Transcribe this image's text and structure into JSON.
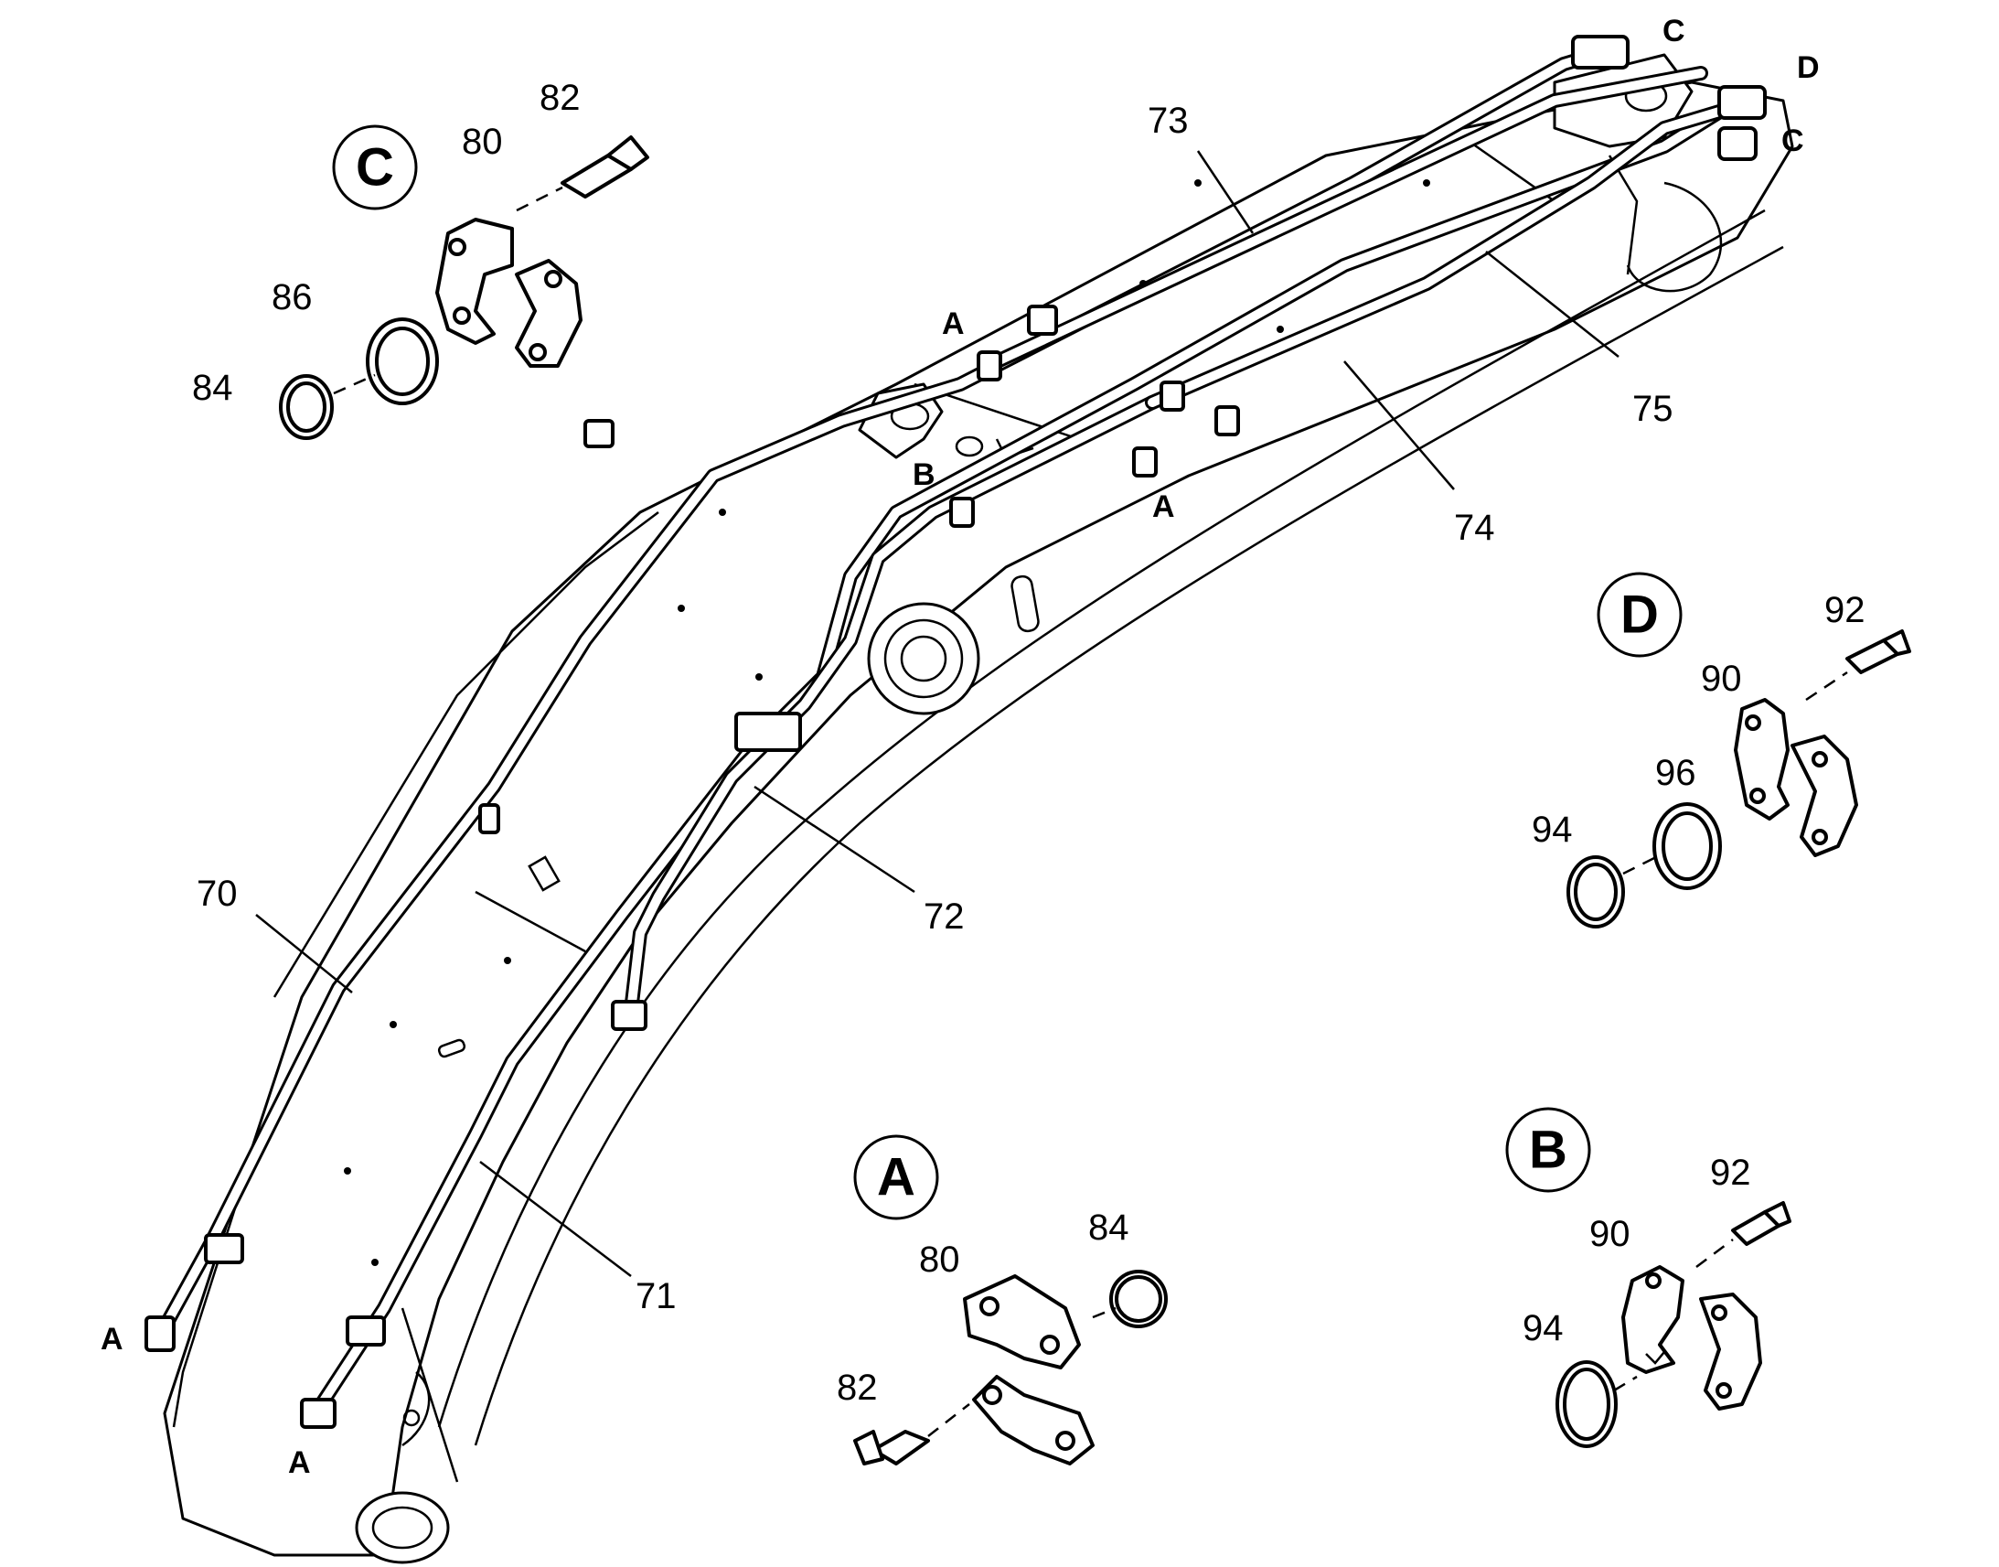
{
  "callouts": {
    "c70": "70",
    "c71": "71",
    "c72": "72",
    "c73": "73",
    "c74": "74",
    "c75": "75"
  },
  "markers": {
    "a_top": "A",
    "a_mid": "A",
    "a_left": "A",
    "a_bottom": "A",
    "b_mid": "B",
    "c_top": "C",
    "c_right": "C",
    "d_top": "D"
  },
  "detail_c": {
    "title": "C",
    "n80": "80",
    "n82": "82",
    "n84": "84",
    "n86": "86"
  },
  "detail_d": {
    "title": "D",
    "n90": "90",
    "n92": "92",
    "n94": "94",
    "n96": "96"
  },
  "detail_a": {
    "title": "A",
    "n80": "80",
    "n82": "82",
    "n84": "84"
  },
  "detail_b": {
    "title": "B",
    "n90": "90",
    "n92": "92",
    "n94": "94"
  }
}
